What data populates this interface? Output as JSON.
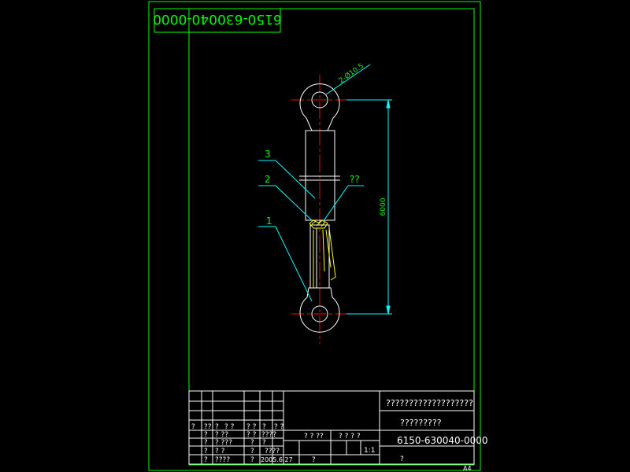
{
  "colors": {
    "background": "#000000",
    "frame": "#00ff00",
    "outline": "#ffffff",
    "centerline": "#ff0000",
    "dimension": "#00ffff",
    "hatch": "#ffff00",
    "text": "#00ff00",
    "title_text": "#ffffff"
  },
  "drawing": {
    "code_mirrored": "6150-630040-0000",
    "hole_callout": "2-Ø10.5",
    "length_dimension": "6000",
    "callouts": {
      "c3": "3",
      "c2": "2",
      "c1": "1",
      "cq": "??"
    }
  },
  "title_block": {
    "name_row1": "???????????????????",
    "name_row2": "?????????",
    "drawing_no": "6150-630040-0000",
    "scale": "1:1",
    "sheet": "?",
    "paper": "A4",
    "cells": {
      "r1": [
        "?",
        "??",
        "?",
        "? ?",
        "? ?",
        "?",
        "? ?"
      ],
      "r2": [
        "?",
        "? ??",
        "? ?",
        "????"
      ],
      "r3": [
        "?",
        "? ???",
        "?",
        "?"
      ],
      "r4": [
        "?",
        "? ?",
        "?",
        "????"
      ],
      "r5": [
        "?",
        "????",
        "?",
        "2005.6.27"
      ],
      "labels": [
        "? ? ??",
        "? ? ? ?",
        "?"
      ]
    }
  }
}
